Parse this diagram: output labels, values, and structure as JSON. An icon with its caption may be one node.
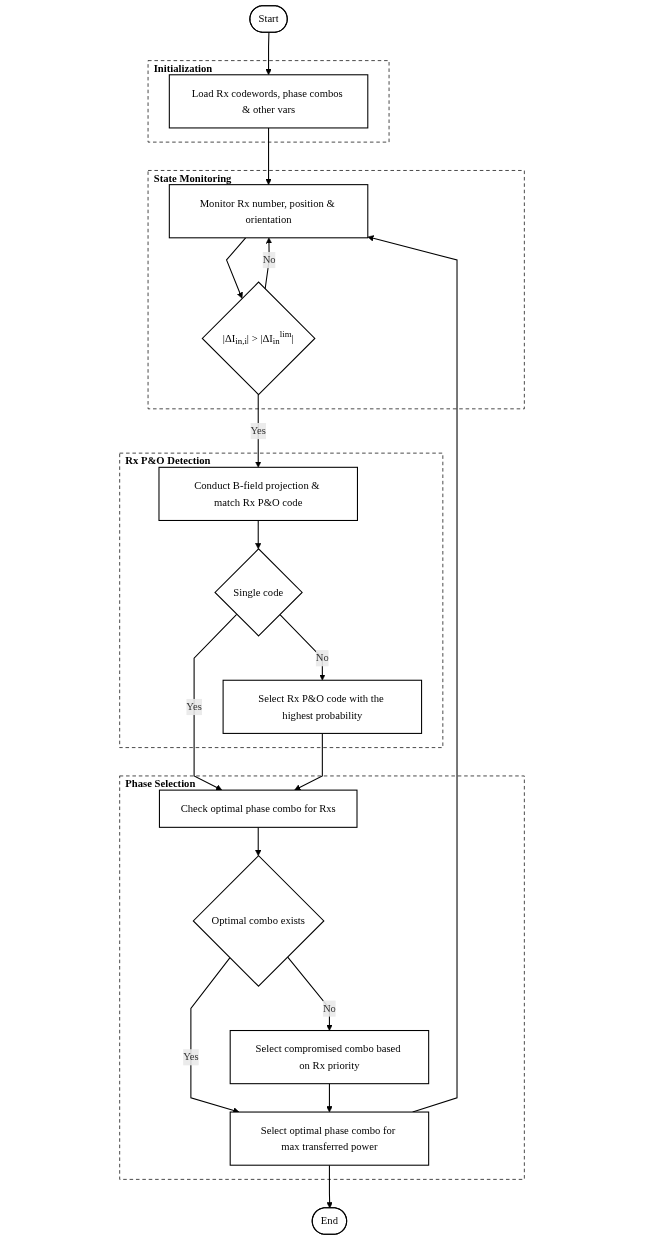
{
  "diagram": {
    "nodes": [
      {
        "text": [
          "Start"
        ]
      },
      {
        "text": [
          "Initialization"
        ]
      },
      {
        "text": [
          "Load Rx codewords, phase combos & other vars"
        ],
        "in": 1
      },
      {
        "text": [
          "State Monitoring"
        ]
      },
      {
        "text": [
          "Monitor Rx number, position & orientation"
        ],
        "in": 3
      },
      {
        "text": [
          "|ΔI$_{in,i}$| > |ΔI$_{in}$$^{lim}$|"
        ],
        "in": 3
      },
      {
        "text": [
          "Rx P&O Detection"
        ]
      },
      {
        "text": [
          "Conduct B-field projection & match Rx P&O code"
        ],
        "in": 6
      },
      {
        "text": [
          "Single code"
        ],
        "in": 6
      },
      {
        "text": [
          "Select Rx P&O code with the highest probability"
        ],
        "in": 6
      },
      {
        "text": [
          "Phase Selection"
        ]
      },
      {
        "text": [
          "Check optimal phase combo for Rxs"
        ],
        "in": 10
      },
      {
        "text": [
          "Optimal combo exists"
        ],
        "in": 10
      },
      {
        "text": [
          "Select compromised combo based on Rx priority"
        ],
        "in": 10
      },
      {
        "text": [
          "Select optimal phase combo for max transferred power"
        ],
        "in": 10
      },
      {
        "text": [
          "End"
        ]
      }
    ],
    "edges": [
      {
        "from": 0,
        "to": 2,
        "arrow": "to"
      },
      {
        "from": 2,
        "to": 4,
        "arrow": "to"
      },
      {
        "from": 4,
        "to": 5,
        "arrow": "to"
      },
      {
        "from": 5,
        "to": 4,
        "arrow": "to",
        "label": "No"
      },
      {
        "from": 5,
        "to": 7,
        "arrow": "to",
        "label": "Yes"
      },
      {
        "from": 7,
        "to": 8,
        "arrow": "to"
      },
      {
        "from": 8,
        "to": 9,
        "arrow": "to",
        "label": "No"
      },
      {
        "from": 8,
        "to": 11,
        "arrow": "to",
        "label": "Yes"
      },
      {
        "from": 9,
        "to": 11,
        "arrow": "to"
      },
      {
        "from": 11,
        "to": 12,
        "arrow": "to"
      },
      {
        "from": 12,
        "to": 13,
        "arrow": "to",
        "label": "No"
      },
      {
        "from": 12,
        "to": 14,
        "arrow": "to",
        "label": "Yes"
      },
      {
        "from": 13,
        "to": 14,
        "arrow": "to"
      },
      {
        "from": 14,
        "to": 4,
        "arrow": "to"
      },
      {
        "from": 14,
        "to": 15,
        "arrow": "to"
      }
    ]
  }
}
